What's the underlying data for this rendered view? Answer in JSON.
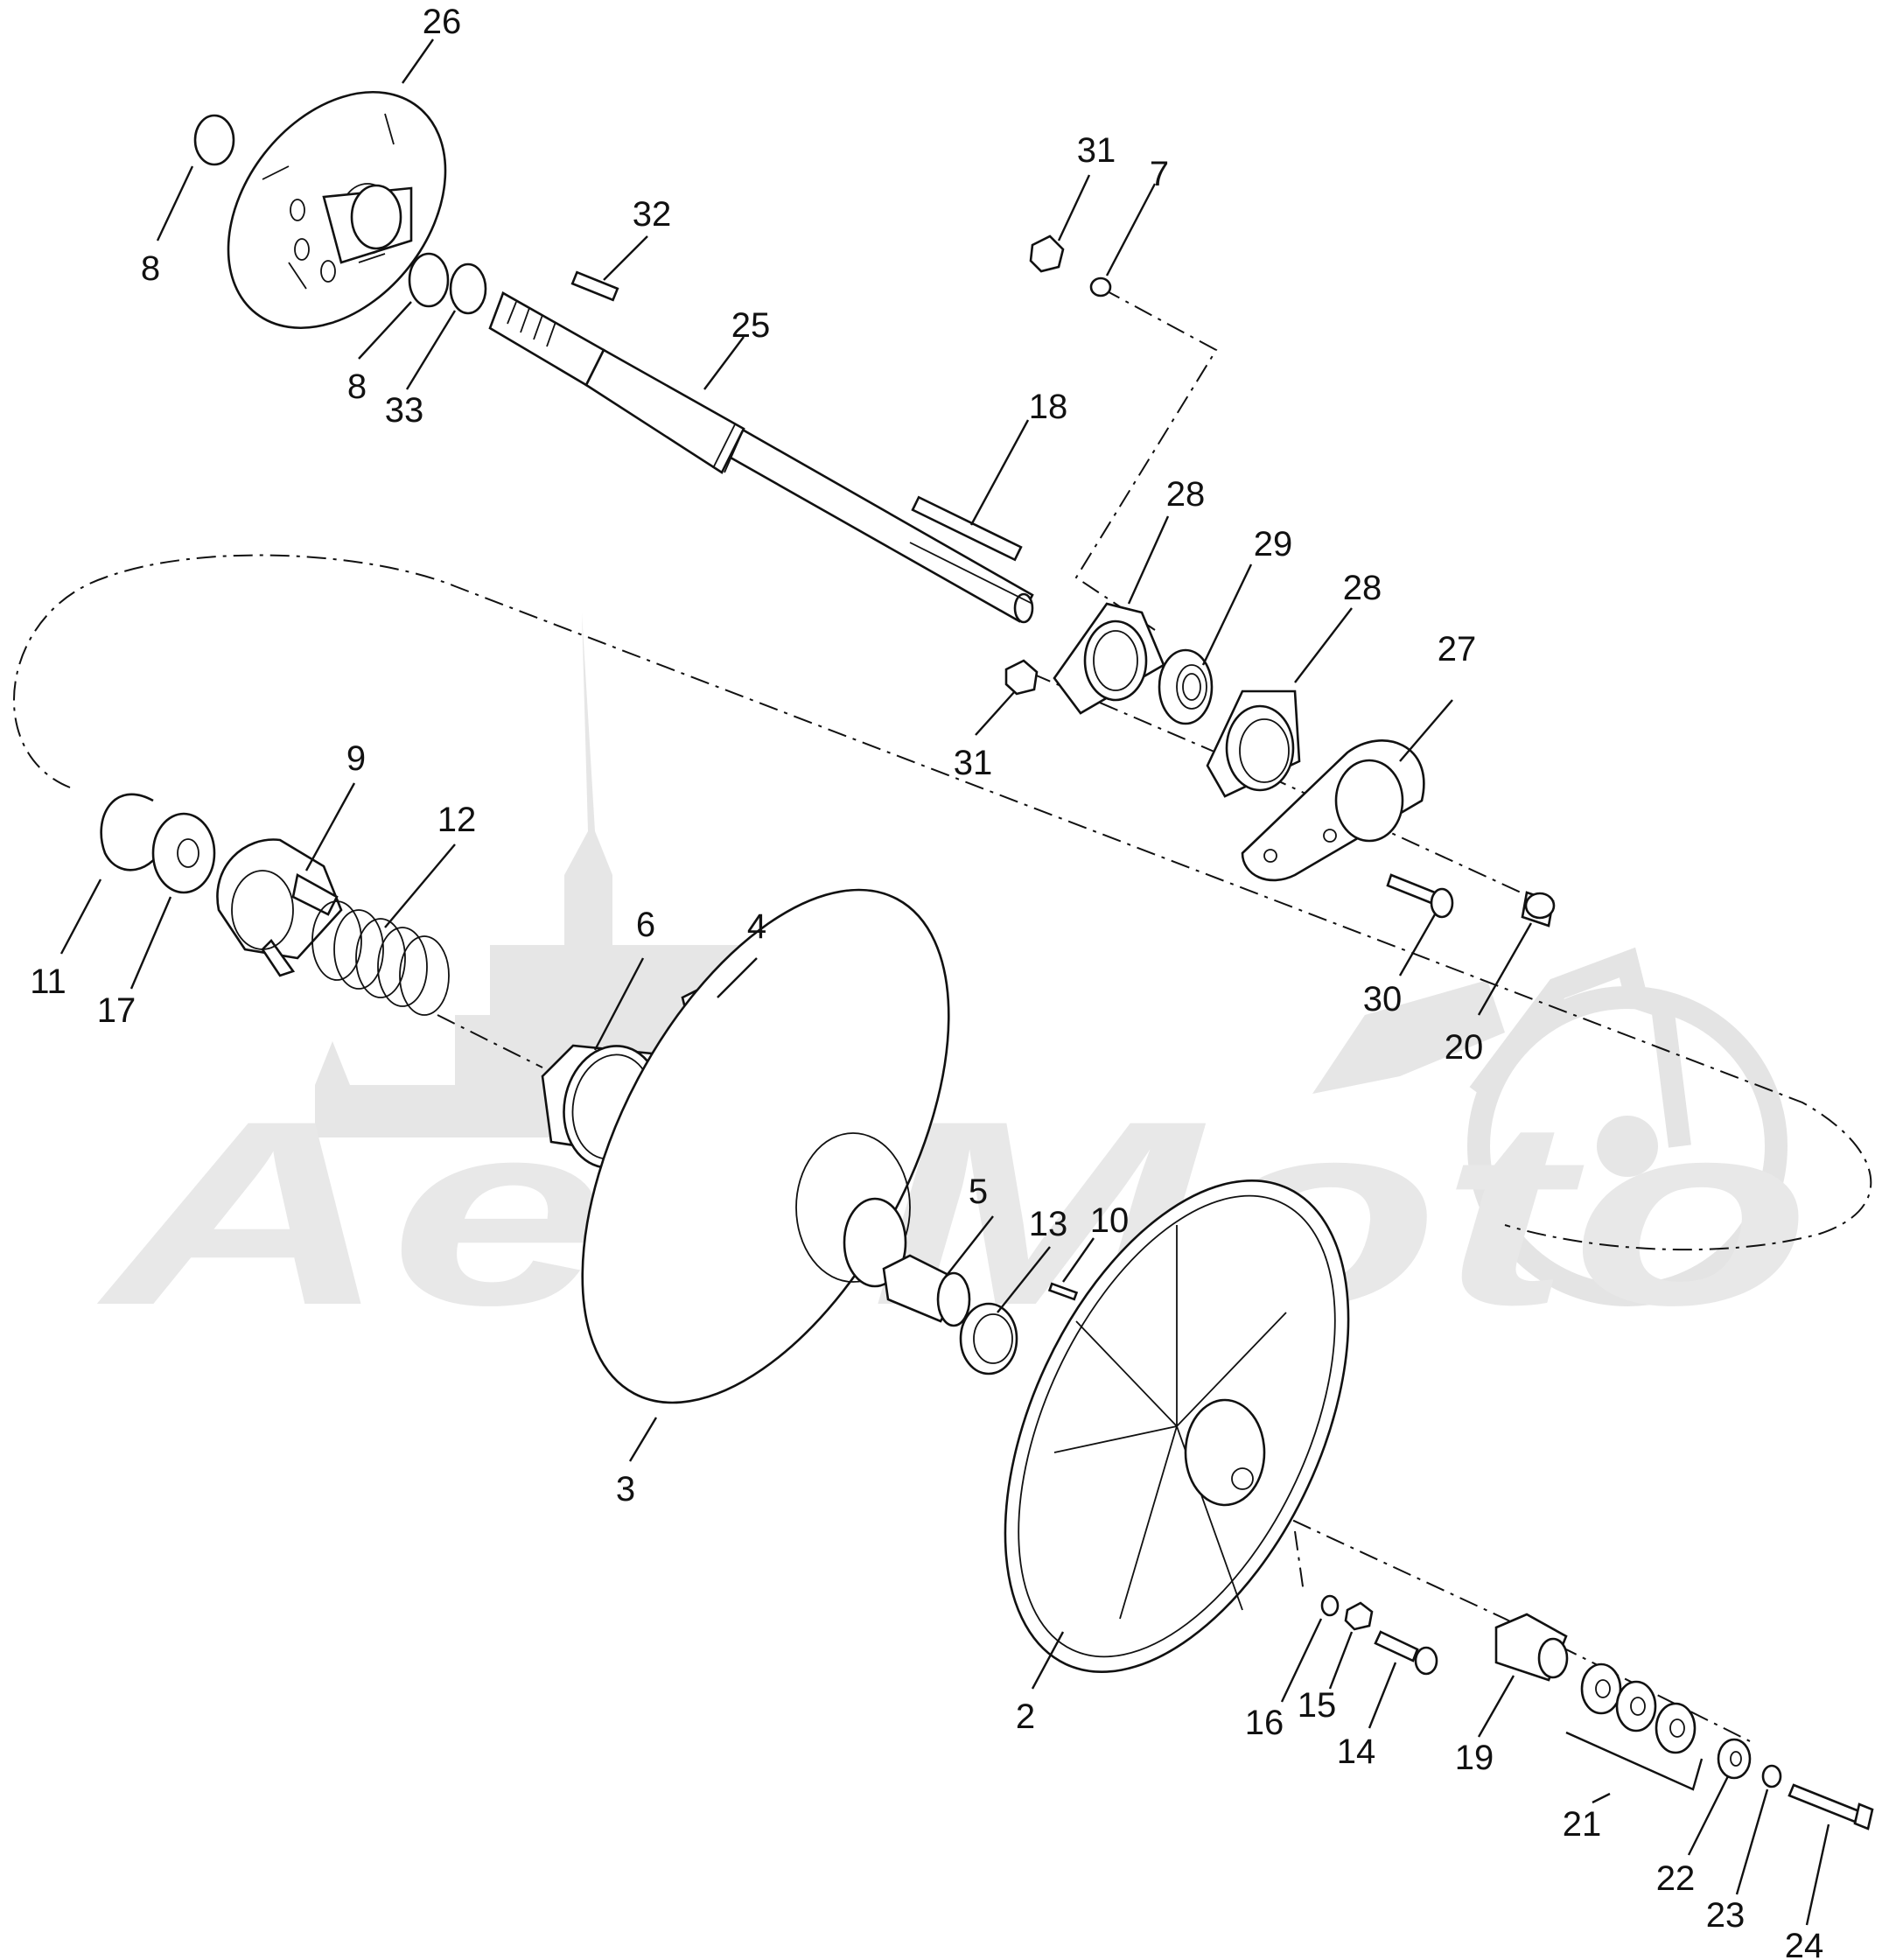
{
  "watermark": {
    "text": "AeriMoto"
  },
  "callouts": [
    "26",
    "8",
    "8",
    "33",
    "32",
    "25",
    "31",
    "7",
    "18",
    "28",
    "29",
    "28",
    "27",
    "31",
    "9",
    "12",
    "11",
    "17",
    "6",
    "4",
    "30",
    "20",
    "5",
    "13",
    "10",
    "3",
    "2",
    "16",
    "15",
    "14",
    "19",
    "21",
    "22",
    "23",
    "24"
  ]
}
